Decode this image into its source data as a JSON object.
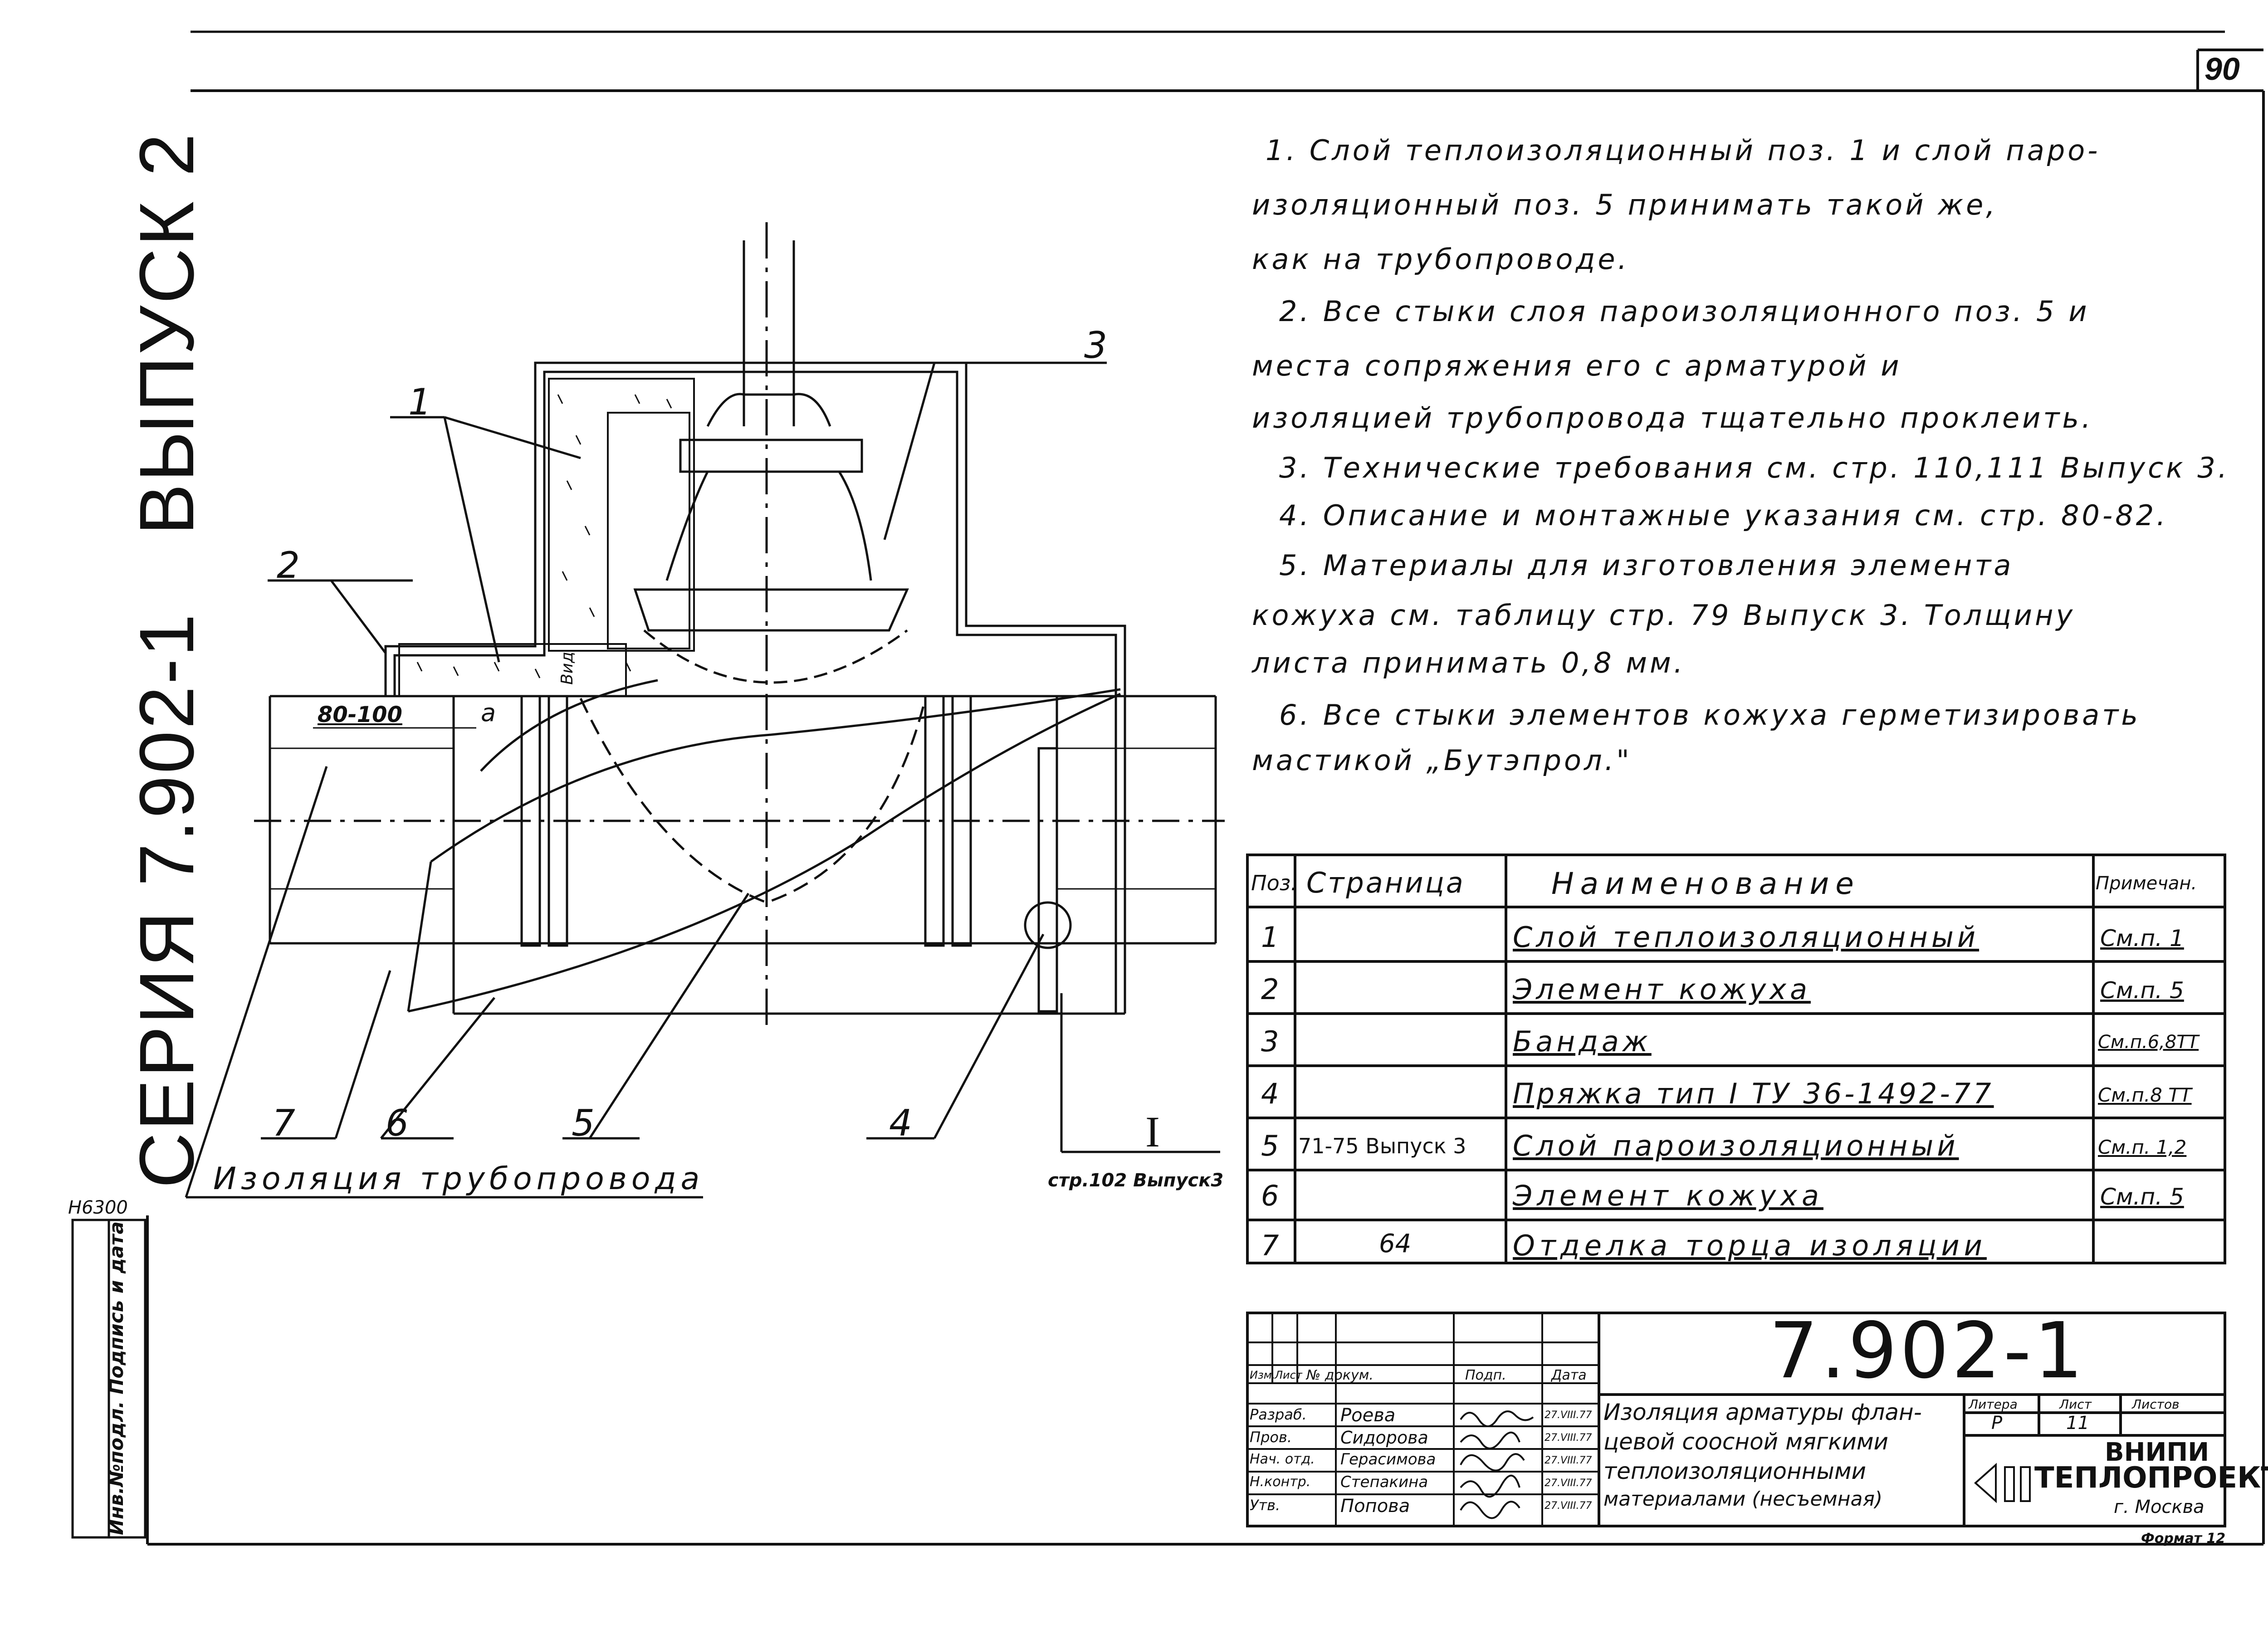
{
  "sheet": {
    "page_number": "90",
    "series_label": "СЕРИЯ 7.902-1",
    "issue_label": "ВЫПУСК 2",
    "inventory_code": "Н6300",
    "side_stamp": "Инв.№подл. Подпись и дата"
  },
  "drawing": {
    "callouts": [
      "1",
      "2",
      "3",
      "4",
      "5",
      "6",
      "7"
    ],
    "dim_80_100": "80-100",
    "dim_a": "a",
    "view_label": "Вид",
    "caption": "Изоляция трубопровода",
    "section_mark": "I",
    "section_ref": "стр.102 Выпуск3"
  },
  "notes": [
    "1. Слой теплоизоляционный поз. 1 и слой паро-",
    "изоляционный поз. 5 принимать такой же,",
    "как на трубопроводе.",
    "2. Все стыки слоя пароизоляционного поз. 5 и",
    "места сопряжения его с арматурой и",
    "изоляцией трубопровода тщательно проклеить.",
    "3. Технические требования см. стр. 110,111 Выпуск 3.",
    "4. Описание и монтажные указания см. стр. 80-82.",
    "5. Материалы для изготовления элемента",
    "кожуха см. таблицу стр. 79 Выпуск 3. Толщину",
    "листа принимать 0,8 мм.",
    "6. Все стыки элементов кожуха герметизировать",
    "мастикой „Бутэпрол.\""
  ],
  "spec_table": {
    "headers": [
      "Поз.",
      "Страница",
      "Наименование",
      "Примечан."
    ],
    "rows": [
      [
        "1",
        "",
        "Слой теплоизоляционный",
        "См.п. 1"
      ],
      [
        "2",
        "",
        "Элемент кожуха",
        "См.п. 5"
      ],
      [
        "3",
        "",
        "Бандаж",
        "См.п.6,8ТТ"
      ],
      [
        "4",
        "",
        "Пряжка тип I ТУ 36-1492-77",
        "См.п.8 ТТ"
      ],
      [
        "5",
        "71-75 Выпуск 3",
        "Слой пароизоляционный",
        "См.п. 1,2"
      ],
      [
        "6",
        "",
        "Элемент кожуха",
        "См.п. 5"
      ],
      [
        "7",
        "64",
        "Отделка торца изоляции",
        ""
      ]
    ]
  },
  "title_block": {
    "designation": "7.902-1",
    "col_headers": [
      "Изм.",
      "Лист",
      "№ докум.",
      "Подп.",
      "Дата"
    ],
    "roles": [
      "Разраб.",
      "Пров.",
      "Нач. отд.",
      "Н.контр.",
      "Утв."
    ],
    "names": [
      "Роева",
      "Сидорова",
      "Герасимова",
      "Степакина",
      "Попова"
    ],
    "dates": [
      "27.VIII.77",
      "27.VIII.77",
      "27.VIII.77",
      "27.VIII.77",
      "27.VIII.77"
    ],
    "title_lines": [
      "Изоляция арматуры флан-",
      "цевой соосной мягкими",
      "теплоизоляционными",
      "материалами (несъемная)"
    ],
    "stage_headers": [
      "Литера",
      "Лист",
      "Листов"
    ],
    "stage": "Р",
    "sheet_no": "11",
    "org_line1": "ВНИПИ",
    "org_line2": "ТЕПЛОПРОЕКТ",
    "city": "г. Москва",
    "format": "Формат 12"
  }
}
